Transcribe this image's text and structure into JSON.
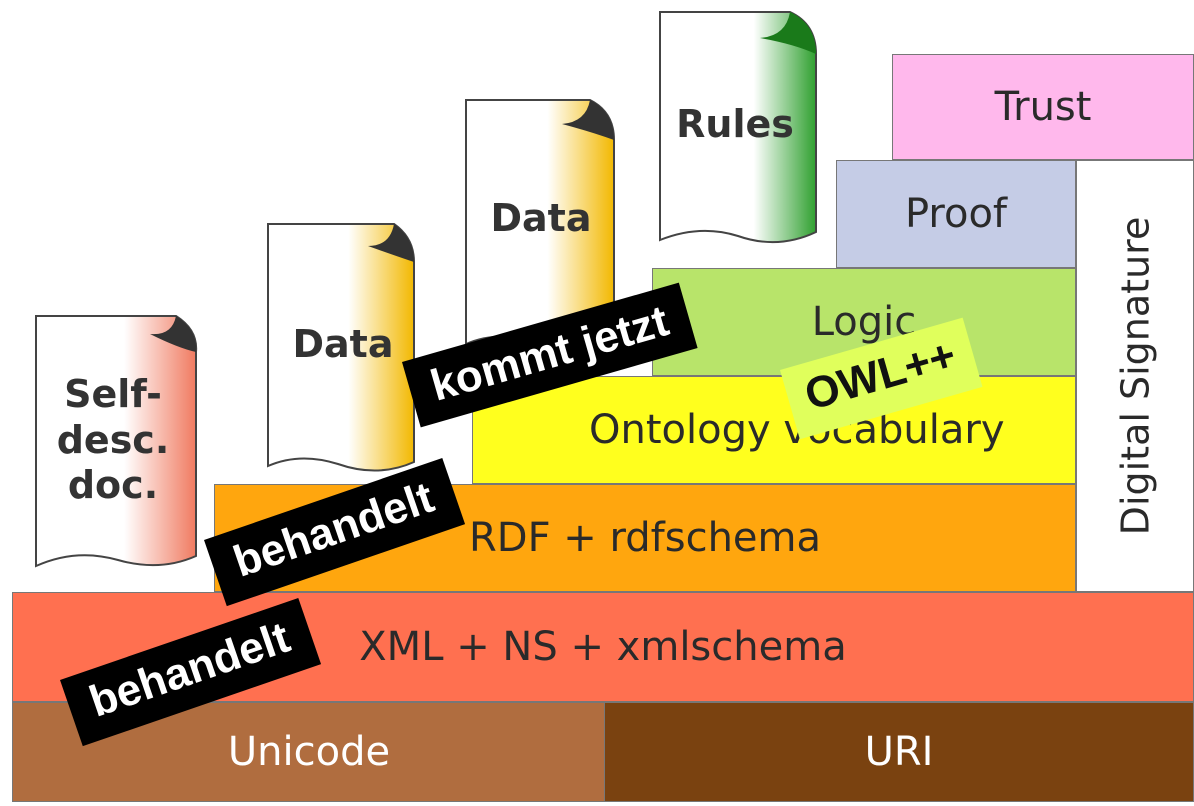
{
  "layers": {
    "unicode": "Unicode",
    "uri": "URI",
    "xml": "XML + NS + xmlschema",
    "rdf": "RDF + rdfschema",
    "ontology": "Ontology vocabulary",
    "logic": "Logic",
    "proof": "Proof",
    "trust": "Trust",
    "signature": "Digital Signature"
  },
  "documents": {
    "self_desc": [
      "Self-",
      "desc.",
      "doc."
    ],
    "data_1": "Data",
    "data_2": "Data",
    "rules": "Rules"
  },
  "stickers": {
    "kommt": "kommt jetzt",
    "behandelt_rdf": "behandelt",
    "behandelt_xml": "behandelt",
    "owl": "OWL++"
  },
  "colors": {
    "unicode": "#b06d3f",
    "uri": "#7a4210",
    "xml": "#ff7050",
    "rdf": "#ffa60e",
    "ontology": "#ffff1e",
    "logic": "#b8e46a",
    "proof": "#c5cce6",
    "trust": "#ffb8ec",
    "owl_sticker": "#e0ff5c"
  }
}
